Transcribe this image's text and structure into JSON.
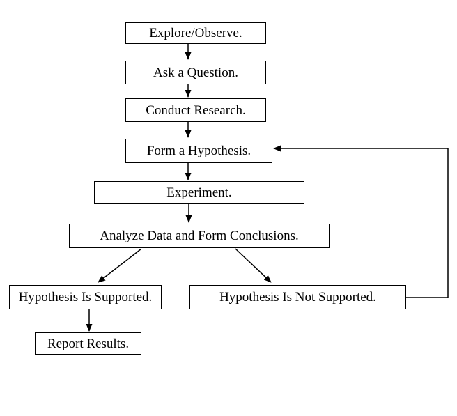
{
  "canvas": {
    "background_color": "#ffffff",
    "line_color": "#000000",
    "text_color": "#000000"
  },
  "nodes": [
    {
      "id": "explore",
      "label": "Explore/Observe."
    },
    {
      "id": "ask",
      "label": "Ask a Question."
    },
    {
      "id": "research",
      "label": "Conduct Research."
    },
    {
      "id": "hypothesis",
      "label": "Form a Hypothesis."
    },
    {
      "id": "experiment",
      "label": "Experiment."
    },
    {
      "id": "analyze",
      "label": "Analyze Data and Form Conclusions."
    },
    {
      "id": "supported",
      "label": "Hypothesis Is Supported."
    },
    {
      "id": "not_supported",
      "label": "Hypothesis Is Not Supported."
    },
    {
      "id": "report",
      "label": "Report Results."
    }
  ],
  "edges": [
    {
      "from": "explore",
      "to": "ask",
      "type": "straight"
    },
    {
      "from": "ask",
      "to": "research",
      "type": "straight"
    },
    {
      "from": "research",
      "to": "hypothesis",
      "type": "straight"
    },
    {
      "from": "hypothesis",
      "to": "experiment",
      "type": "straight"
    },
    {
      "from": "experiment",
      "to": "analyze",
      "type": "straight"
    },
    {
      "from": "analyze",
      "to": "supported",
      "type": "diagonal"
    },
    {
      "from": "analyze",
      "to": "not_supported",
      "type": "diagonal"
    },
    {
      "from": "supported",
      "to": "report",
      "type": "straight"
    },
    {
      "from": "not_supported",
      "to": "hypothesis",
      "type": "feedback"
    }
  ]
}
